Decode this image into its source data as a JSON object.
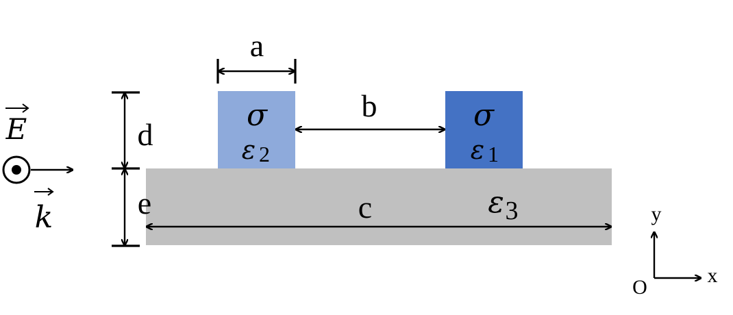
{
  "colors": {
    "substrate": "#c0c0c0",
    "left_block": "#8eaadb",
    "right_block": "#4472c4",
    "stroke": "#000000",
    "background": "#ffffff"
  },
  "labels": {
    "a": "a",
    "b": "b",
    "c": "c",
    "d": "d",
    "e": "e"
  },
  "left_block": {
    "sigma": "σ",
    "eps_symbol": "ε",
    "eps_index": "2"
  },
  "right_block": {
    "sigma": "σ",
    "eps_symbol": "ε",
    "eps_index": "1"
  },
  "substrate": {
    "eps_symbol": "ε",
    "eps_index": "3"
  },
  "field": {
    "E_symbol": "E",
    "k_symbol": "k"
  },
  "axes": {
    "y": "y",
    "x": "x",
    "origin": "O"
  },
  "icons": {
    "field_out_of_page": "circle-dot-icon",
    "vector_arrow": "vector-arrow-icon"
  }
}
